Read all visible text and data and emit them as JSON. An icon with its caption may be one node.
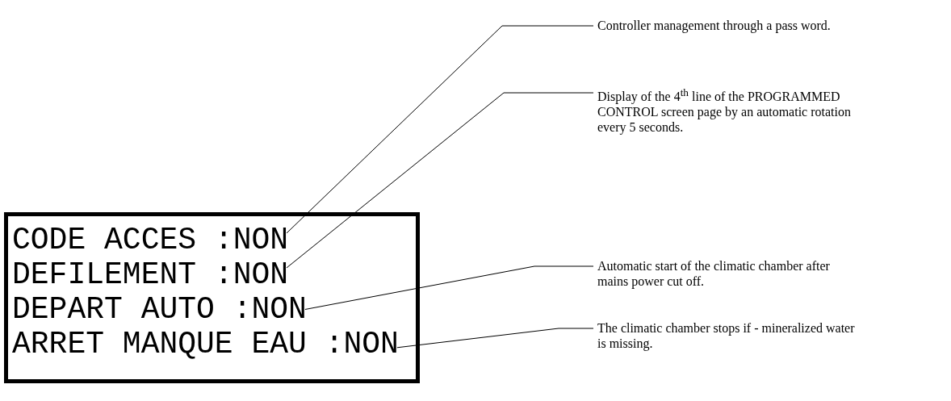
{
  "diagram": {
    "nodes": [
      {
        "text": [],
        "shape": "box"
      },
      {
        "text": [
          "CODE ACCES :NON"
        ],
        "in": 0
      },
      {
        "text": [
          "DEFILEMENT :NON"
        ],
        "in": 0
      },
      {
        "text": [
          "DEPART AUTO :NON"
        ],
        "in": 0
      },
      {
        "text": [
          "ARRET MANQUE EAU :NON"
        ],
        "in": 0
      },
      {
        "text": [
          "Controller management through a pass word."
        ]
      },
      {
        "text": [
          "Display of the 4$^{th}$ line of the PROGRAMMED CONTROL screen page by an automatic rotation every 5 seconds."
        ]
      },
      {
        "text": [
          "Automatic start of the climatic chamber after mains power cut off."
        ]
      },
      {
        "text": [
          "The climatic chamber stops if - mineralized water is missing."
        ]
      }
    ],
    "edges": [
      {
        "from": 5,
        "to": 1,
        "arrow": "none"
      },
      {
        "from": 6,
        "to": 2,
        "arrow": "none"
      },
      {
        "from": 7,
        "to": 3,
        "arrow": "none"
      },
      {
        "from": 8,
        "to": 4,
        "arrow": "none"
      }
    ]
  }
}
